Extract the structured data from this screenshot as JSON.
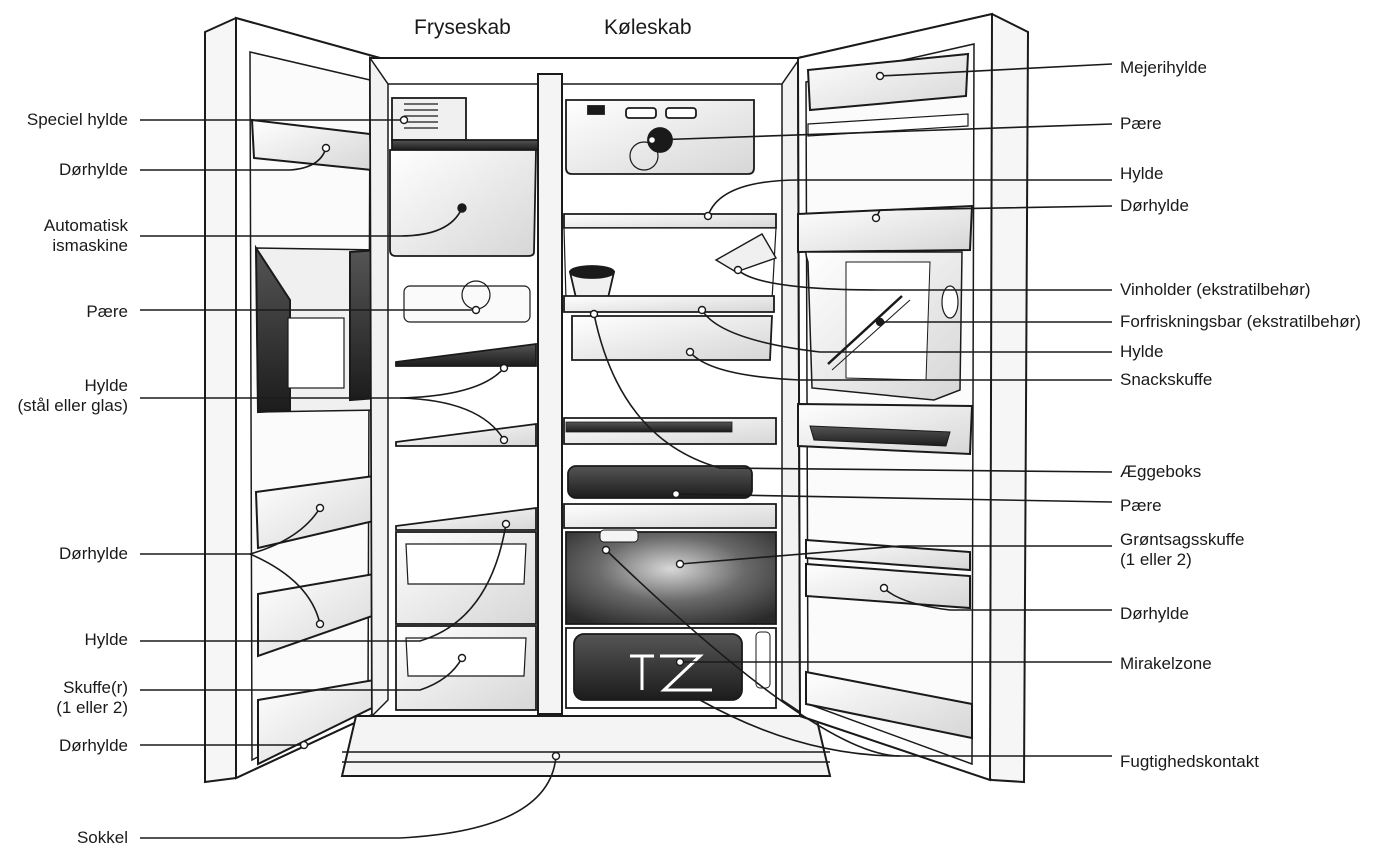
{
  "headers": {
    "freezer": "Fryseskab",
    "fridge": "Køleskab"
  },
  "labels_left": [
    {
      "id": "speciel-hylde",
      "lines": [
        "Speciel hylde"
      ]
    },
    {
      "id": "dorhylde-1",
      "lines": [
        "Dørhylde"
      ]
    },
    {
      "id": "automatisk-ismaskine",
      "lines": [
        "Automatisk",
        "ismaskine"
      ]
    },
    {
      "id": "paere-left",
      "lines": [
        "Pære"
      ]
    },
    {
      "id": "hylde-stal",
      "lines": [
        "Hylde",
        "(stål eller glas)"
      ]
    },
    {
      "id": "dorhylde-2",
      "lines": [
        "Dørhylde"
      ]
    },
    {
      "id": "hylde-left",
      "lines": [
        "Hylde"
      ]
    },
    {
      "id": "skuffer",
      "lines": [
        "Skuffe(r)",
        "(1 eller 2)"
      ]
    },
    {
      "id": "dorhylde-3",
      "lines": [
        "Dørhylde"
      ]
    },
    {
      "id": "sokkel",
      "lines": [
        "Sokkel"
      ]
    }
  ],
  "labels_right": [
    {
      "id": "mejerihylde",
      "lines": [
        "Mejerihylde"
      ]
    },
    {
      "id": "paere-right-1",
      "lines": [
        "Pære"
      ]
    },
    {
      "id": "hylde-right-1",
      "lines": [
        "Hylde"
      ]
    },
    {
      "id": "dorhylde-right-1",
      "lines": [
        "Dørhylde"
      ]
    },
    {
      "id": "vinholder",
      "lines": [
        "Vinholder (ekstratilbehør)"
      ]
    },
    {
      "id": "forfriskningsbar",
      "lines": [
        "Forfriskningsbar (ekstratilbehør)"
      ]
    },
    {
      "id": "hylde-right-2",
      "lines": [
        "Hylde"
      ]
    },
    {
      "id": "snackskuffe",
      "lines": [
        "Snackskuffe"
      ]
    },
    {
      "id": "aeggeboks",
      "lines": [
        "Æggeboks"
      ]
    },
    {
      "id": "paere-right-2",
      "lines": [
        "Pære"
      ]
    },
    {
      "id": "grontsagsskuffe",
      "lines": [
        "Grøntsagsskuffe",
        "(1 eller 2)"
      ]
    },
    {
      "id": "dorhylde-right-2",
      "lines": [
        "Dørhylde"
      ]
    },
    {
      "id": "mirakelzone",
      "lines": [
        "Mirakelzone"
      ]
    },
    {
      "id": "fugtighedskontakt",
      "lines": [
        "Fugtighedskontakt"
      ]
    }
  ],
  "colors": {
    "ink": "#1a1a1a",
    "shelf_dark": "#2a2a2a",
    "glass": "#e8e8e8",
    "panel": "#f4f4f4"
  }
}
